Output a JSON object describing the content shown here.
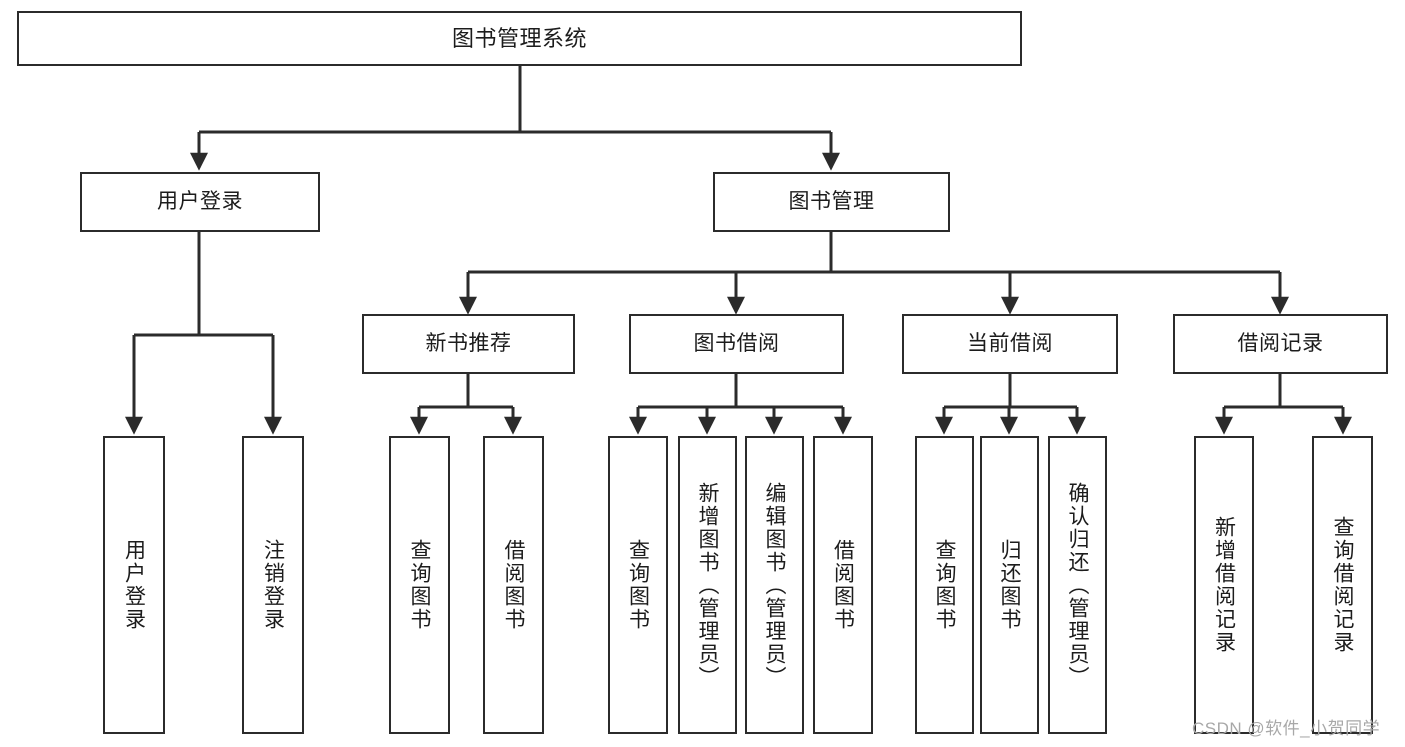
{
  "diagram": {
    "title": "图书管理系统",
    "watermark": "CSDN @软件_小贺同学",
    "colors": {
      "box_border": "#2b2b2b",
      "box_fill": "#ffffff",
      "edge": "#2b2b2b",
      "text": "#1c1c1c",
      "background": "#ffffff",
      "watermark": "#a8a8a8"
    },
    "nodes": {
      "root": {
        "label": "图书管理系统"
      },
      "level2": [
        {
          "label": "用户登录"
        },
        {
          "label": "图书管理"
        }
      ],
      "level3": [
        {
          "label": "新书推荐"
        },
        {
          "label": "图书借阅"
        },
        {
          "label": "当前借阅"
        },
        {
          "label": "借阅记录"
        }
      ],
      "leaves": {
        "user_login": [
          {
            "label": "用户登录"
          },
          {
            "label": "注销登录"
          }
        ],
        "new_book_recommend": [
          {
            "label": "查询图书"
          },
          {
            "label": "借阅图书"
          }
        ],
        "book_borrow": [
          {
            "label": "查询图书"
          },
          {
            "label": "新增图书（管理员）"
          },
          {
            "label": "编辑图书（管理员）"
          },
          {
            "label": "借阅图书"
          }
        ],
        "current_borrow": [
          {
            "label": "查询图书"
          },
          {
            "label": "归还图书"
          },
          {
            "label": "确认归还（管理员）"
          }
        ],
        "borrow_records": [
          {
            "label": "新增借阅记录"
          },
          {
            "label": "查询借阅记录"
          }
        ]
      }
    }
  }
}
